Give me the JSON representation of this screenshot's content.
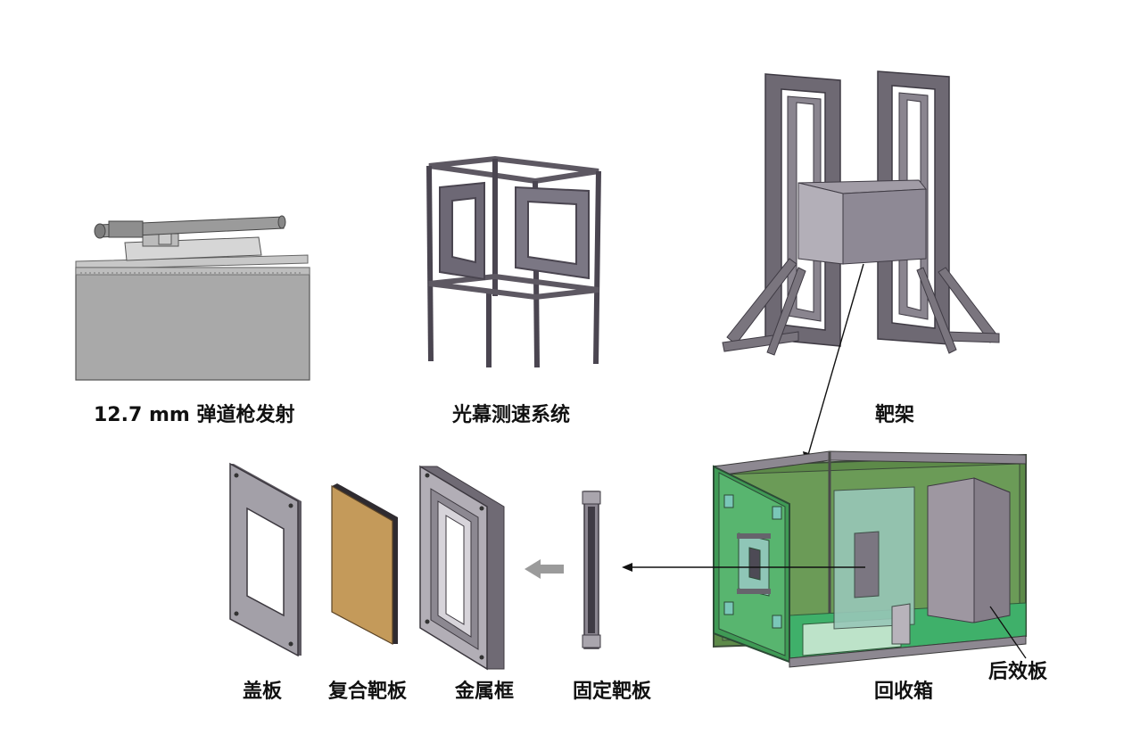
{
  "labels": {
    "gun": "12.7 mm 弹道枪发射",
    "light_screen": "光幕测速系统",
    "target_frame": "靶架",
    "cover_plate": "盖板",
    "composite_target": "复合靶板",
    "metal_frame": "金属框",
    "fixed_target": "固定靶板",
    "recovery_box": "回收箱",
    "witness_plate": "后效板"
  },
  "colors": {
    "steel_dark": "#5f5a62",
    "steel_mid": "#8b868e",
    "steel_light": "#b9b5bb",
    "composite": "#c49a5a",
    "box_green": "#3f8a4a",
    "box_glass": "#a8dcc4",
    "arrow": "#111111"
  }
}
